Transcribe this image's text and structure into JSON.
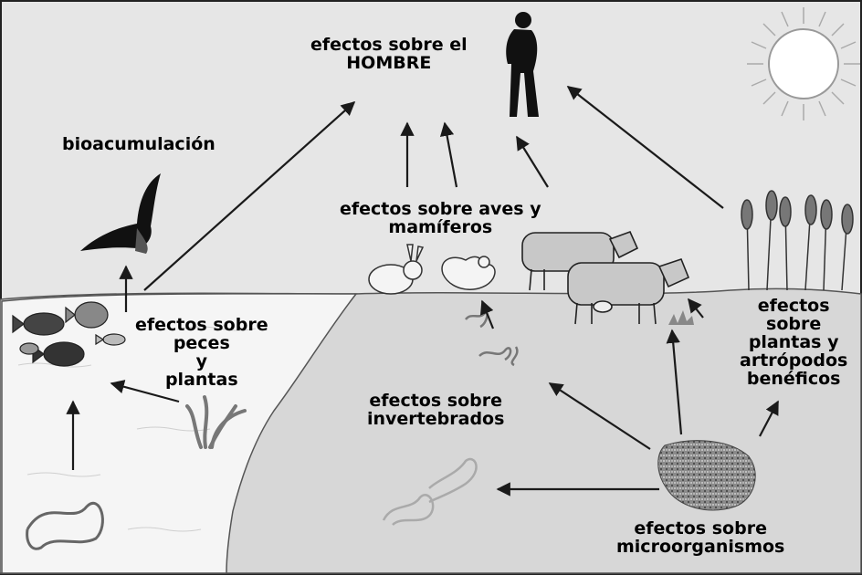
{
  "labels": {
    "hombre": [
      "efectos sobre el",
      "HOMBRE"
    ],
    "bioacumulacion": [
      "bioacumulación"
    ],
    "aves": [
      "efectos sobre aves y",
      "mamíferos"
    ],
    "peces": [
      "efectos sobre",
      "peces",
      "y",
      "plantas"
    ],
    "plantas": [
      "efectos",
      "sobre",
      "plantas y",
      "artrópodos",
      "benéficos"
    ],
    "invertebrados": [
      "efectos sobre",
      "invertebrados"
    ],
    "microorganismos": [
      "efectos sobre",
      "microorganismos"
    ]
  }
}
